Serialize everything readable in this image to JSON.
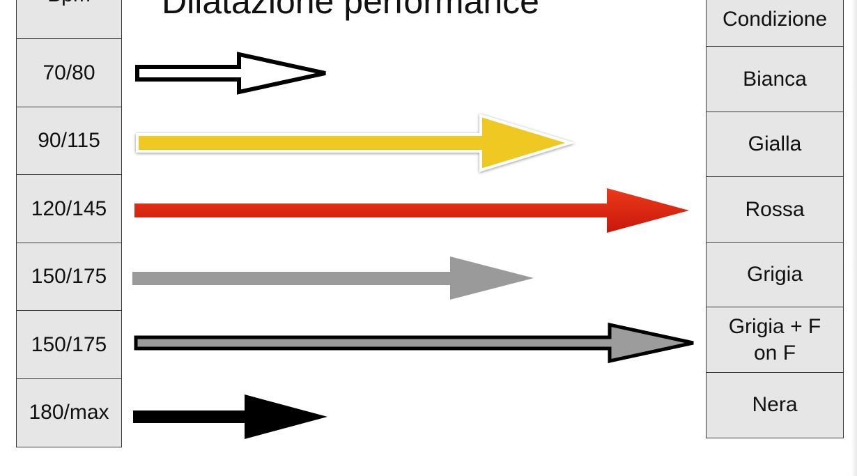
{
  "title": "Dilatazione performance",
  "bpm_column": {
    "header": "Bpm",
    "rows": [
      "70/80",
      "90/115",
      "120/145",
      "150/175",
      "150/175",
      "180/max"
    ]
  },
  "condition_column": {
    "header": "Condizione",
    "rows": [
      "Bianca",
      "Gialla",
      "Rossa",
      "Grigia",
      "Grigia + F on F",
      "Nera"
    ]
  },
  "arrows": [
    {
      "name": "white-arrow",
      "fill": "#ffffff",
      "stroke": "#000000"
    },
    {
      "name": "yellow-arrow",
      "fill": "#f0c820",
      "stroke": "#ffffff"
    },
    {
      "name": "red-arrow",
      "fill": "#d8200f",
      "stroke": "none"
    },
    {
      "name": "gray-arrow",
      "fill": "#9a9a9a",
      "stroke": "none"
    },
    {
      "name": "gray-outlined-arrow",
      "fill": "#9c9c9c",
      "stroke": "#000000"
    },
    {
      "name": "black-arrow",
      "fill": "#000000",
      "stroke": "none"
    }
  ]
}
